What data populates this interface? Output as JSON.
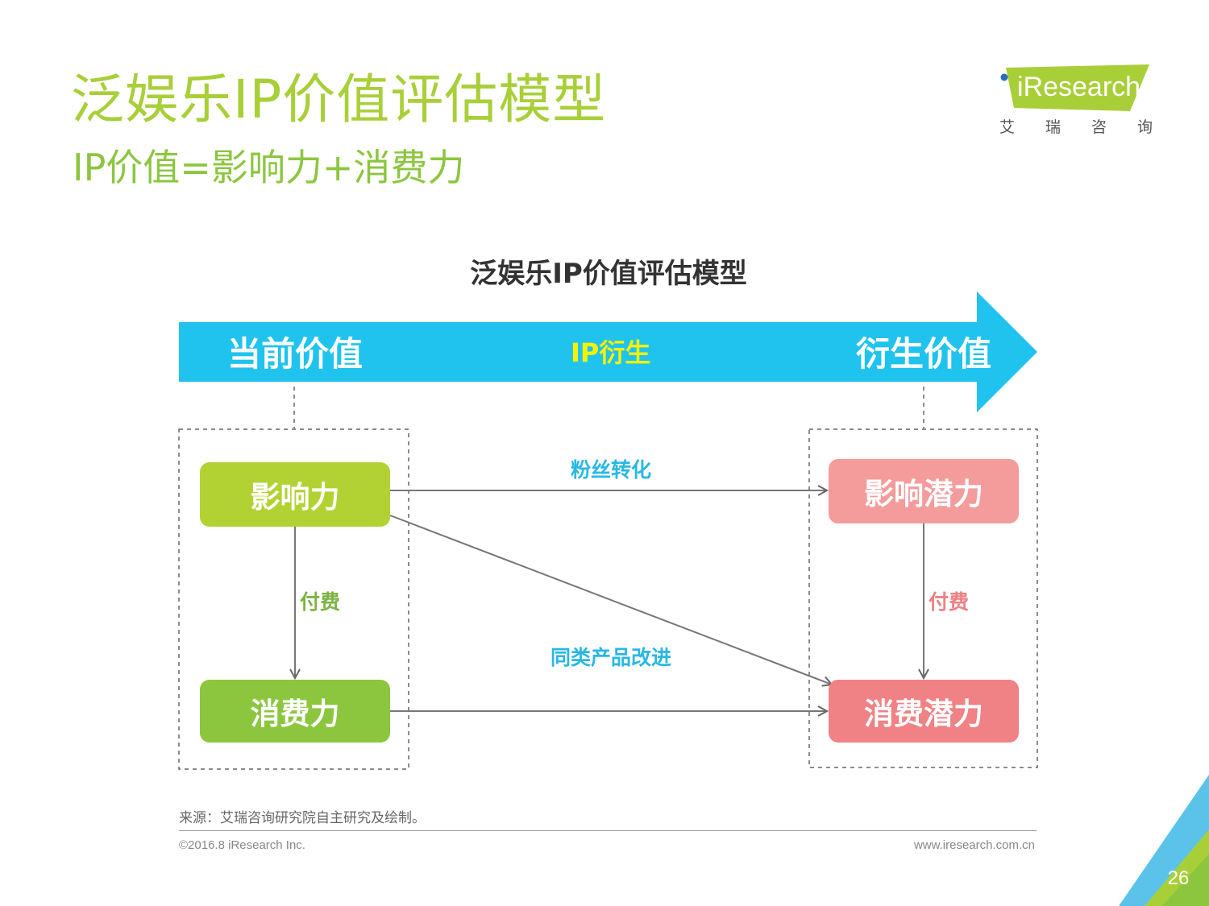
{
  "slide": {
    "title": "泛娱乐IP价值评估模型",
    "subtitle": "IP价值=影响力+消费力",
    "page_number": "26"
  },
  "logo": {
    "wordmark": "iResearch",
    "chinese_chars": [
      "艾",
      "瑞",
      "咨",
      "询"
    ],
    "accent_color": "#a9cf38",
    "dot_color": "#2a6ebb"
  },
  "diagram": {
    "title": "泛娱乐IP价值评估模型",
    "arrow": {
      "left_label": "当前价值",
      "middle_label": "IP衍生",
      "right_label": "衍生价值",
      "color": "#1fc3ee",
      "middle_label_color": "#f6f200"
    },
    "nodes": {
      "influence": {
        "label": "影响力",
        "color": "#b2d233"
      },
      "consumption": {
        "label": "消费力",
        "color": "#8cc63f"
      },
      "influence_potential": {
        "label": "影响潜力",
        "color": "#f39c9b"
      },
      "consumption_potential": {
        "label": "消费潜力",
        "color": "#f08184"
      }
    },
    "edges": {
      "fan_conversion": "粉丝转化",
      "pay_left": "付费",
      "pay_right": "付费",
      "product_improvement": "同类产品改进"
    }
  },
  "footer": {
    "source": "来源：艾瑞咨询研究院自主研究及绘制。",
    "copyright": "©2016.8 iResearch Inc.",
    "website": "www.iresearch.com.cn"
  }
}
